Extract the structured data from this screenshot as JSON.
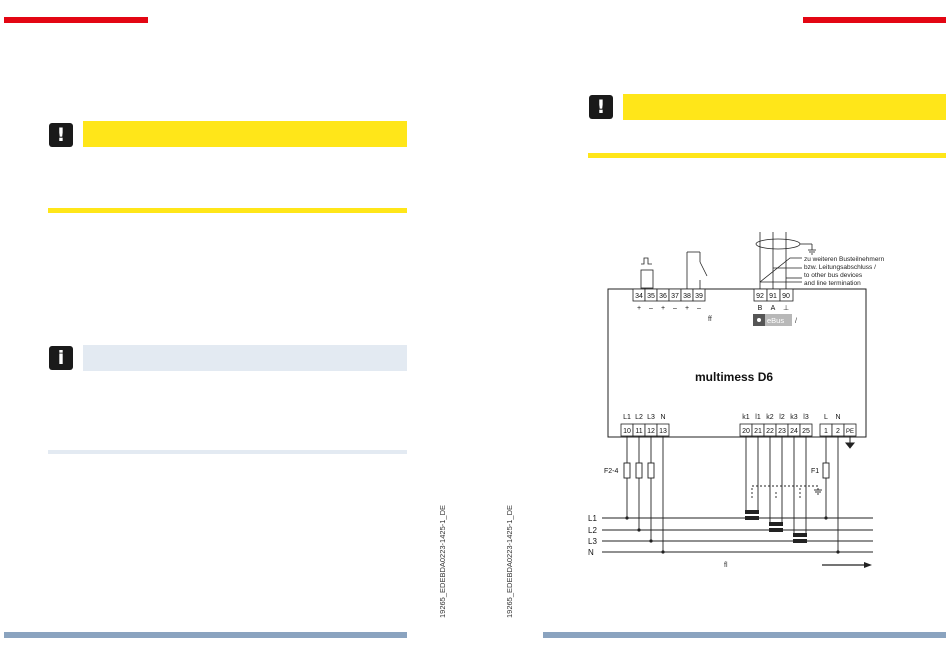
{
  "colors": {
    "accent_red": "#e30613",
    "warning_yellow": "#ffe619",
    "info_blue": "#e3eaf2",
    "footer_blue": "#8aa3bf"
  },
  "icons": {
    "warning": "exclamation-icon",
    "info": "info-icon"
  },
  "icon_glyphs": {
    "warning": "!",
    "info": "i"
  },
  "doc_codes": [
    "19265_EDEBDA0223-1425-1_DE",
    "19265_EDEBDA0223-1425-1_DE"
  ],
  "diagram": {
    "device_name": "multimess D6",
    "bus_logo": "eBus",
    "slash": "/",
    "label_ff": "ff",
    "label_fl": "fl",
    "bus_note": [
      "zu weiteren Busteilnehmern",
      "bzw. Leitungsabschluss /",
      "to other bus devices",
      "and line termination"
    ],
    "top_left_terminals": [
      "34",
      "35",
      "36",
      "37",
      "38",
      "39"
    ],
    "top_left_polarity": [
      "+",
      "–",
      "+",
      "–",
      "+",
      "–"
    ],
    "bus_terminals": [
      "92",
      "91",
      "90"
    ],
    "bus_labels": [
      "B",
      "A",
      "⊥"
    ],
    "voltage_labels": [
      "L1",
      "L2",
      "L3",
      "N"
    ],
    "voltage_terminals": [
      "10",
      "11",
      "12",
      "13"
    ],
    "current_labels": [
      "k1",
      "l1",
      "k2",
      "l2",
      "k3",
      "l3"
    ],
    "current_terminals": [
      "20",
      "21",
      "22",
      "23",
      "24",
      "25"
    ],
    "supply_labels": [
      "L",
      "N"
    ],
    "supply_terminals": [
      "1",
      "2",
      "PE"
    ],
    "fuse_labels": [
      "F2-4",
      "F1"
    ],
    "line_labels": [
      "L1",
      "L2",
      "L3",
      "N"
    ]
  }
}
